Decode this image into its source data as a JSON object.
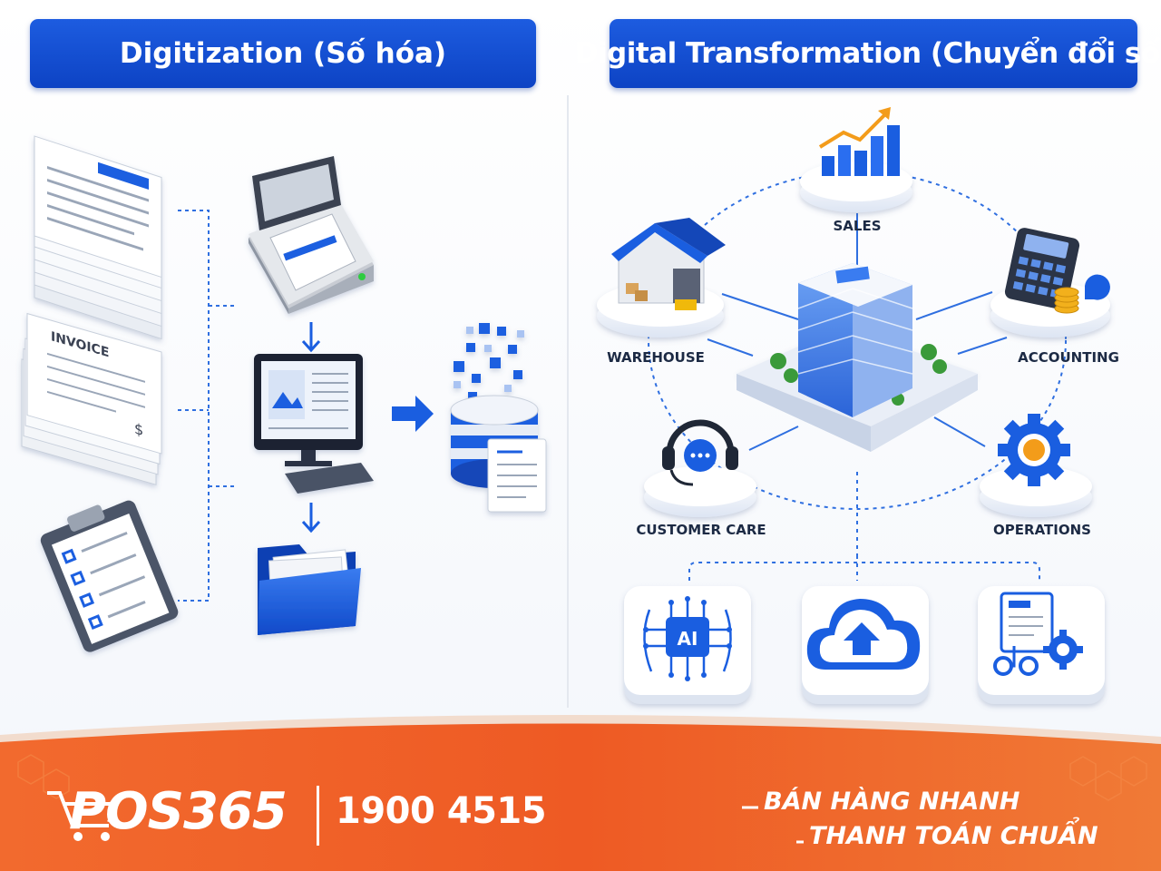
{
  "left_panel": {
    "title": "Digitization (Số hóa)",
    "invoice_heading": "INVOICE",
    "invoice_symbol": "$"
  },
  "right_panel": {
    "title": "Digital Transformation (Chuyển đổi số)",
    "nodes": {
      "sales": "SALES",
      "warehouse": "WAREHOUSE",
      "accounting": "ACCOUNTING",
      "customer_care": "CUSTOMER CARE",
      "operations": "OPERATIONS"
    },
    "tech_icons": {
      "ai_label": "AI"
    }
  },
  "footer": {
    "brand": "POS365",
    "hotline": "1900 4515",
    "slogan_line1": "BÁN HÀNG NHANH",
    "slogan_line2": "THANH TOÁN CHUẨN"
  },
  "colors": {
    "primary_blue": "#1453d6",
    "footer_orange": "#ee5a24",
    "footer_orange_light": "#f5883c",
    "connector": "#2f6fe0"
  },
  "icons": [
    "document-stack-icon",
    "invoice-stack-icon",
    "clipboard-checklist-icon",
    "scanner-icon",
    "computer-monitor-icon",
    "folder-icon",
    "database-icon",
    "sales-chart-icon",
    "warehouse-icon",
    "accounting-calculator-icon",
    "headset-icon",
    "gear-icon",
    "office-building-icon",
    "ai-chip-icon",
    "cloud-upload-icon",
    "workflow-automation-icon",
    "cart-icon"
  ]
}
